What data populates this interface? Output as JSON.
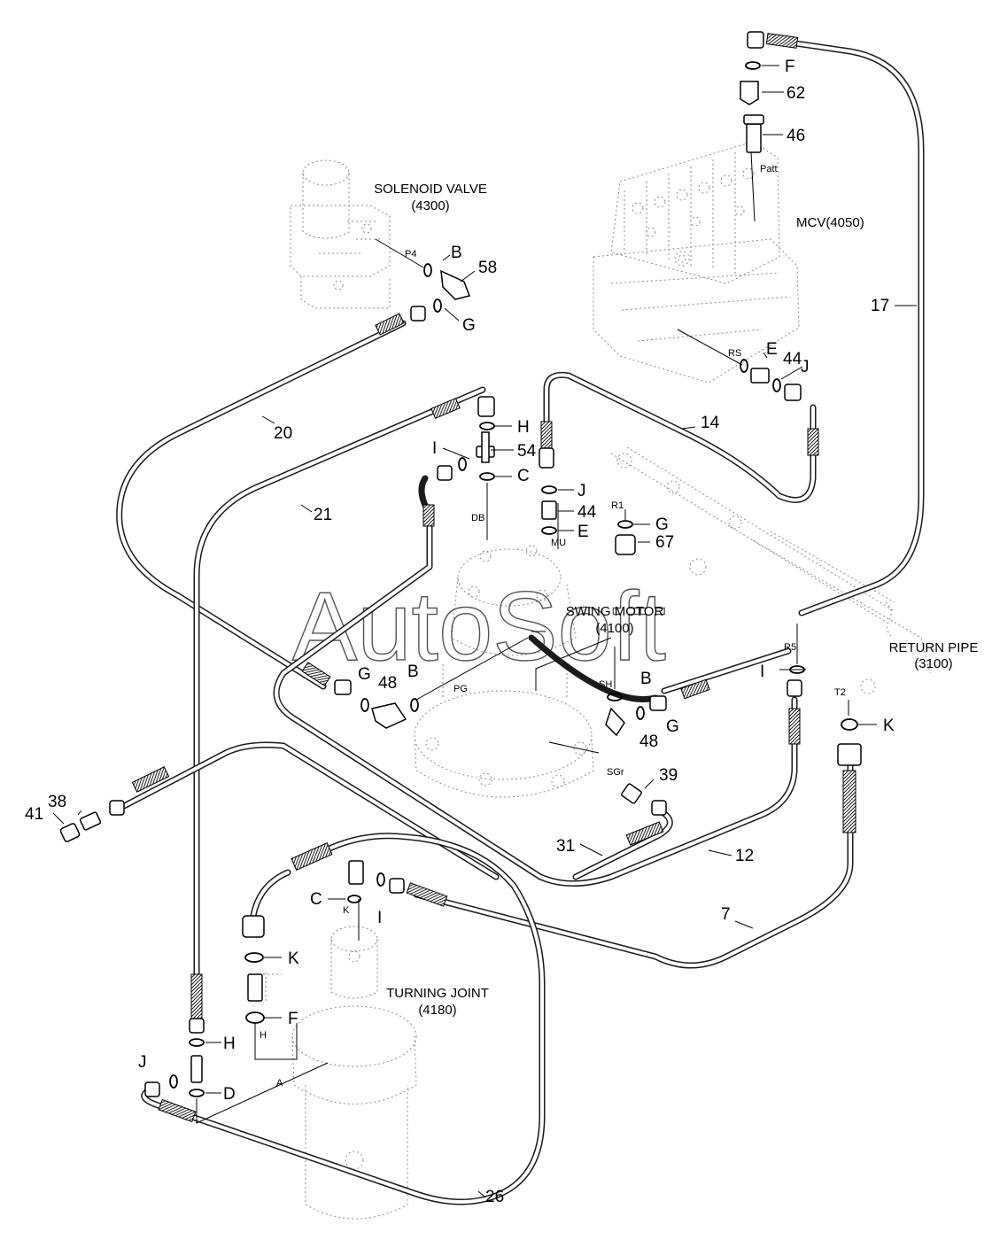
{
  "components": {
    "solenoid_valve": {
      "name": "SOLENOID VALVE",
      "code": "(4300)"
    },
    "mcv": {
      "name": "MCV(4050)"
    },
    "swing_motor": {
      "name": "SWING MOTOR",
      "code": "(4100)"
    },
    "return_pipe": {
      "name": "RETURN PIPE",
      "code": "(3100)"
    },
    "turning_joint": {
      "name": "TURNING JOINT",
      "code": "(4180)"
    }
  },
  "ports": {
    "p4": "P4",
    "patt": "Patt",
    "rs": "RS",
    "db": "DB",
    "r1": "R1",
    "mu": "MU",
    "r5": "R5",
    "t2": "T2",
    "sh": "SH",
    "pg": "PG",
    "sgr": "SGr",
    "k": "K",
    "h": "H",
    "a": "A"
  },
  "callouts": {
    "f_top": "F",
    "n62": "62",
    "n46": "46",
    "b_sol": "B",
    "n58": "58",
    "g_sol": "G",
    "n17": "17",
    "e_mcv": "E",
    "n44_mcv": "44",
    "j_mcv": "J",
    "n14": "14",
    "n20": "20",
    "h_top": "H",
    "n54": "54",
    "i_top": "I",
    "c_top": "C",
    "j_mid": "J",
    "n44_mid": "44",
    "e_mid": "E",
    "g_mid": "G",
    "n67": "67",
    "n21": "21",
    "i_r5": "I",
    "k_t2": "K",
    "g_48l": "G",
    "n48_left": "48",
    "b_pg": "B",
    "b_sh": "B",
    "g_48r": "G",
    "n48_right": "48",
    "n39": "39",
    "n31": "31",
    "n12": "12",
    "n41": "41",
    "n38": "38",
    "n7": "7",
    "c_bot": "C",
    "i_bot": "I",
    "k_bot": "K",
    "f_bot": "F",
    "h_bot": "H",
    "j_bot": "J",
    "d_bot": "D",
    "n26": "26"
  },
  "watermark": "AutoSoft",
  "colors": {
    "line": "#1a1a1a",
    "ghost": "#8a8a8a",
    "background": "#ffffff"
  }
}
